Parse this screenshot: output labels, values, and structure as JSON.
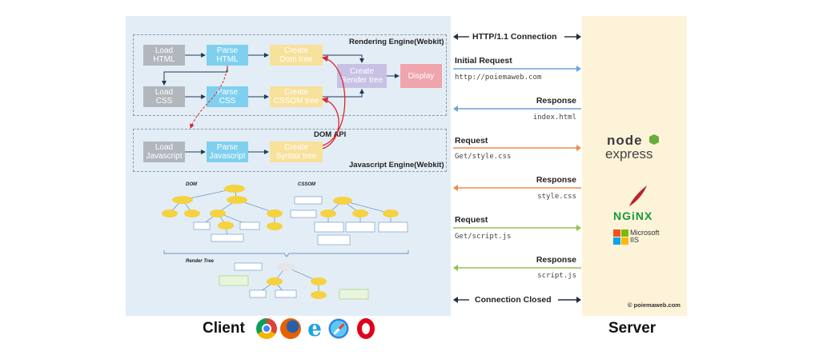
{
  "engines": {
    "rendering": "Rendering Engine(Webkit)",
    "javascript": "Javascript Engine(Webkit)",
    "dom_api": "DOM API"
  },
  "boxes": {
    "load_html": "Load\nHTML",
    "parse_html": "Parse\nHTML",
    "create_dom": "Create\nDom tree",
    "load_css": "Load\nCSS",
    "parse_css": "Parse\nCSS",
    "create_cssom": "Create\nCSSOM tree",
    "create_render": "Create\nRender tree",
    "display": "Display",
    "load_js": "Load\nJavascript",
    "parse_js": "Parse\nJavascript",
    "create_syntax": "Create\nSyntax  tree"
  },
  "mini_trees": {
    "dom": "DOM",
    "cssom": "CSSOM",
    "render_tree": "Render Tree"
  },
  "messages": [
    {
      "label": "HTTP/1.1 Connection",
      "sub": "",
      "color": "#1f2d3d"
    },
    {
      "label": "Initial Request",
      "sub": "http://poiemaweb.com",
      "color": "#6aa4d8"
    },
    {
      "label": "Response",
      "sub": "index.html",
      "color": "#6aa4d8"
    },
    {
      "label": "Request",
      "sub": "Get/style.css",
      "color": "#ef8a4a"
    },
    {
      "label": "Response",
      "sub": "style.css",
      "color": "#ef8a4a"
    },
    {
      "label": "Request",
      "sub": "Get/script.js",
      "color": "#8cc54f"
    },
    {
      "label": "Response",
      "sub": "script.js",
      "color": "#8cc54f"
    },
    {
      "label": "Connection Closed",
      "sub": "",
      "color": "#1f2d3d"
    }
  ],
  "server_logos": {
    "node": "node",
    "express": "express",
    "nginx": "NGiNX",
    "microsoft": "Microsoft\nIIS",
    "copyright": "© poiemaweb.com"
  },
  "titles": {
    "client": "Client",
    "server": "Server"
  },
  "browser_icons": [
    "chrome-icon",
    "firefox-icon",
    "ie-icon",
    "safari-icon",
    "opera-icon"
  ],
  "colors": {
    "client_bg": "#e3edf6",
    "server_bg": "#fdf3d9",
    "css_flow": "#ef8a4a",
    "js_flow": "#8cc54f",
    "html_flow": "#6aa4d8"
  }
}
